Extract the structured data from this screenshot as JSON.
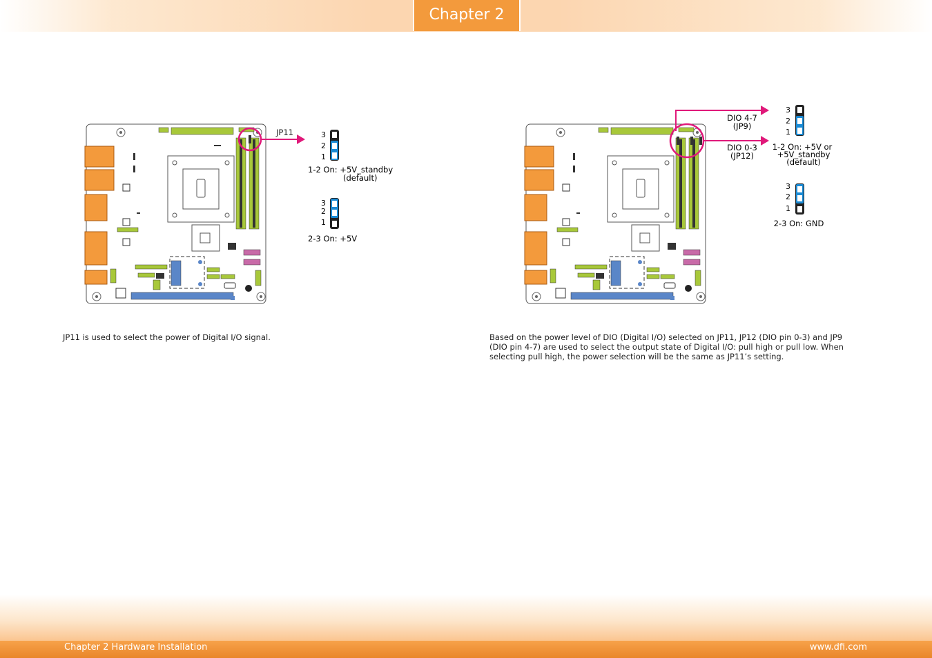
{
  "header": {
    "chapter_tab": "Chapter 2"
  },
  "left": {
    "jumper_label": "JP11",
    "jumper_a": {
      "pins": [
        "3",
        "2",
        "1"
      ],
      "caption": [
        "1-2 On: +5V_standby",
        "(default)"
      ]
    },
    "jumper_b": {
      "pins": [
        "3",
        "2",
        "1"
      ],
      "caption": [
        "2-3 On: +5V"
      ]
    },
    "description": "JP11 is used to select the power of Digital I/O signal."
  },
  "right": {
    "label_dio47": [
      "DIO 4-7",
      "(JP9)"
    ],
    "label_dio03": [
      "DIO 0-3",
      "(JP12)"
    ],
    "jumper_a": {
      "pins": [
        "3",
        "2",
        "1"
      ],
      "caption": [
        "1-2 On: +5V or",
        "+5V_standby",
        "(default)"
      ]
    },
    "jumper_b": {
      "pins": [
        "3",
        "2",
        "1"
      ],
      "caption": [
        "2-3 On: GND"
      ]
    },
    "description": "Based on the power level of DIO (Digital I/O) selected on JP11, JP12 (DIO pin 0-3) and JP9 (DIO pin 4-7) are used to select the output state of Digital I/O: pull high or pull low. When selecting pull high, the power selection will be the same as JP11’s setting."
  },
  "footer": {
    "left": "Chapter 2 Hardware Installation",
    "right": "www.dfi.com"
  },
  "colors": {
    "accent": "#f39a3c",
    "highlight": "#e0197a",
    "jumper_blue": "#1a8ad4",
    "board_green": "#a8c83a",
    "port_orange": "#f39a3c"
  }
}
